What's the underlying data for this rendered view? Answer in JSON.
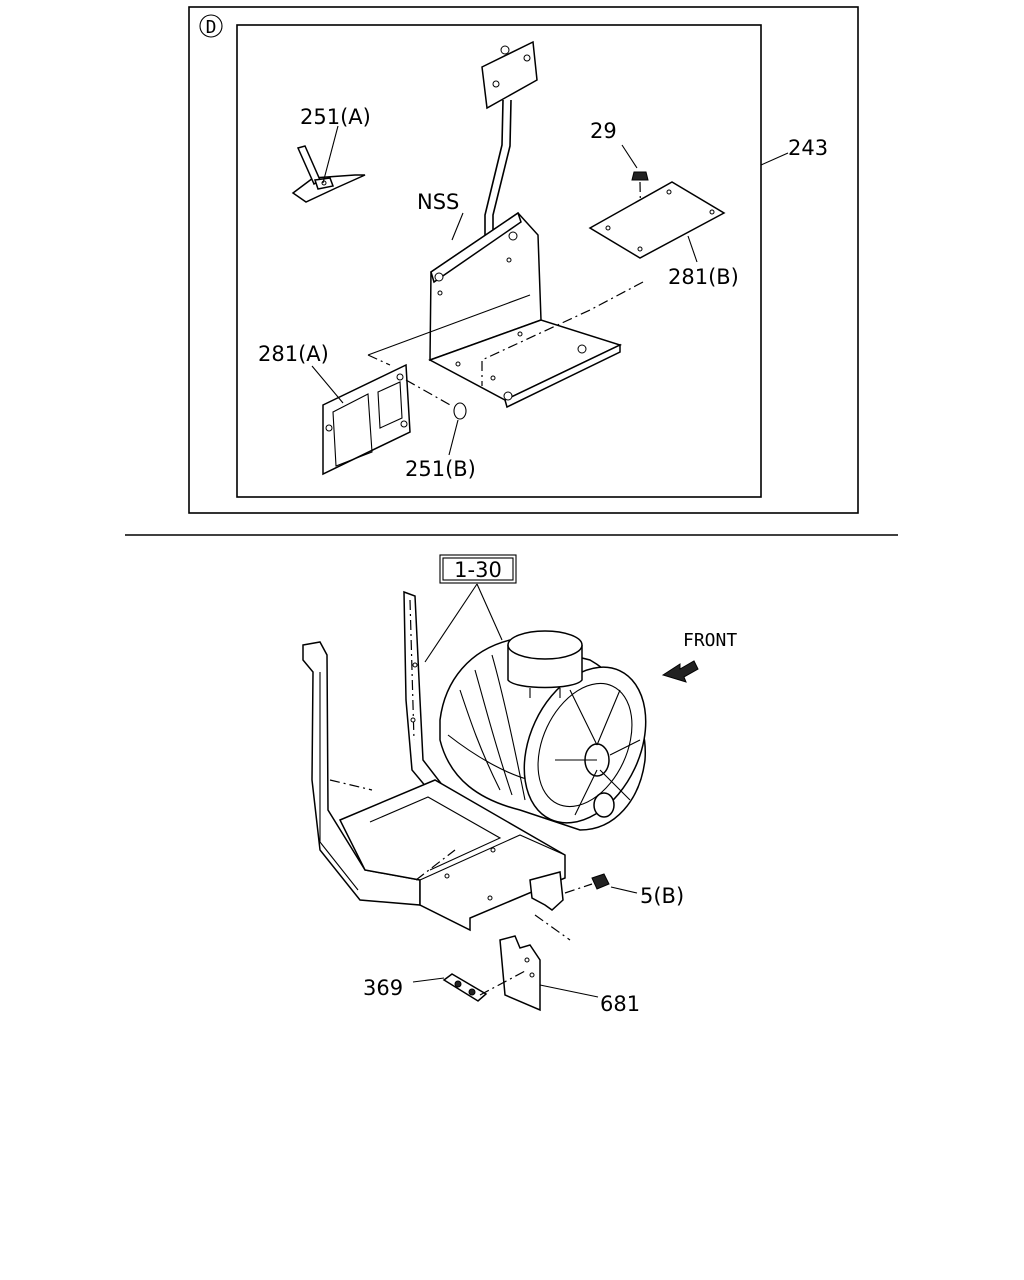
{
  "detail_view": {
    "marker": "D",
    "labels": {
      "p251a": "251(A)",
      "pnss": "NSS",
      "p29": "29",
      "p243": "243",
      "p281b": "281(B)",
      "p281a": "281(A)",
      "p251b": "251(B)"
    }
  },
  "main_view": {
    "labels": {
      "ref": "1-30",
      "front": "FRONT",
      "p5b": "5(B)",
      "p369": "369",
      "p681": "681"
    }
  }
}
